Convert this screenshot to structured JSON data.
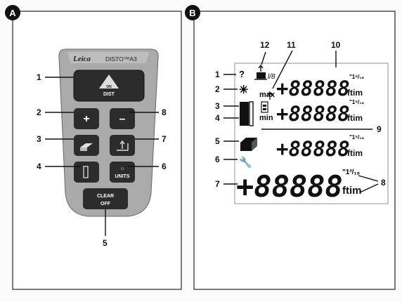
{
  "panel_a": {
    "badge": "A",
    "brand": "Leica",
    "model": "DISTO™A3",
    "buttons": {
      "on": "ON",
      "dist": "DIST",
      "plus": "+",
      "minus": "–",
      "units": "UNITS",
      "clear": "CLEAR",
      "off": "OFF"
    },
    "callouts": [
      "1",
      "2",
      "3",
      "4",
      "5",
      "6",
      "7",
      "8"
    ]
  },
  "panel_b": {
    "badge": "B",
    "question": "?",
    "frac_small": "l/8",
    "max": "max",
    "min": "min",
    "seg_digits": "+88888",
    "seg_big": "+88888",
    "seg_frac": "\"1⁵/₁₆",
    "seg_frac_big": "\"1³/₁₈",
    "units": "ftim",
    "callouts": [
      "1",
      "2",
      "3",
      "4",
      "5",
      "6",
      "7",
      "8",
      "9",
      "10",
      "11",
      "12"
    ]
  }
}
